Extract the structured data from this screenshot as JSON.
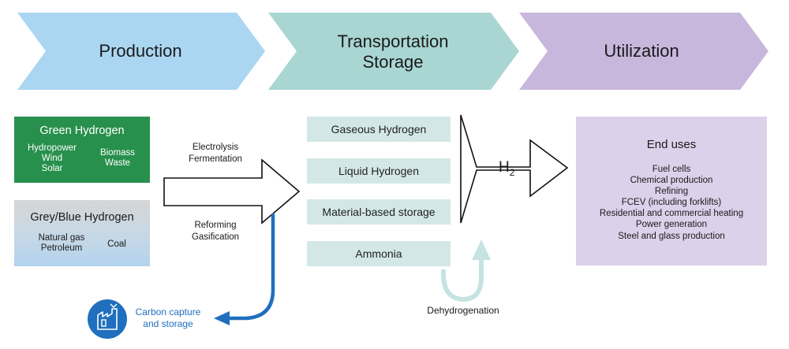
{
  "stages": {
    "production": "Production",
    "transport_line1": "Transportation",
    "transport_line2": "Storage",
    "utilization": "Utilization"
  },
  "production": {
    "green": {
      "title": "Green Hydrogen",
      "sources_left": [
        "Hydropower",
        "Wind",
        "Solar"
      ],
      "sources_right": [
        "Biomass",
        "Waste"
      ]
    },
    "grey_blue": {
      "title": "Grey/Blue Hydrogen",
      "sources_left": [
        "Natural gas",
        "Petroleum"
      ],
      "sources_right": [
        "Coal"
      ]
    }
  },
  "processes": {
    "upper": [
      "Electrolysis",
      "Fermentation"
    ],
    "lower": [
      "Reforming",
      "Gasification"
    ]
  },
  "storage_options": [
    "Gaseous Hydrogen",
    "Liquid Hydrogen",
    "Material-based storage",
    "Ammonia"
  ],
  "h2_label": {
    "main": "H",
    "sub": "2"
  },
  "dehydrogenation": "Dehydrogenation",
  "carbon_capture": [
    "Carbon capture",
    "and storage"
  ],
  "end_uses": {
    "title": "End uses",
    "items": [
      "Fuel cells",
      "Chemical production",
      "Refining",
      "FCEV (including forklifts)",
      "Residential and commercial heating",
      "Power generation",
      "Steel and glass production"
    ]
  },
  "colors": {
    "production_chevron": "#aad6f2",
    "transport_chevron": "#a9d6d3",
    "utilization_chevron": "#c8b7dd",
    "green_box": "#27904c",
    "storage_box": "#d3e8e6",
    "end_uses_box": "#dcd1ea",
    "ccs_blue": "#1f6fbe",
    "dehydrogenation_arrow": "#c5e3e1"
  },
  "icons": {
    "carbon_capture": "factory-icon"
  }
}
